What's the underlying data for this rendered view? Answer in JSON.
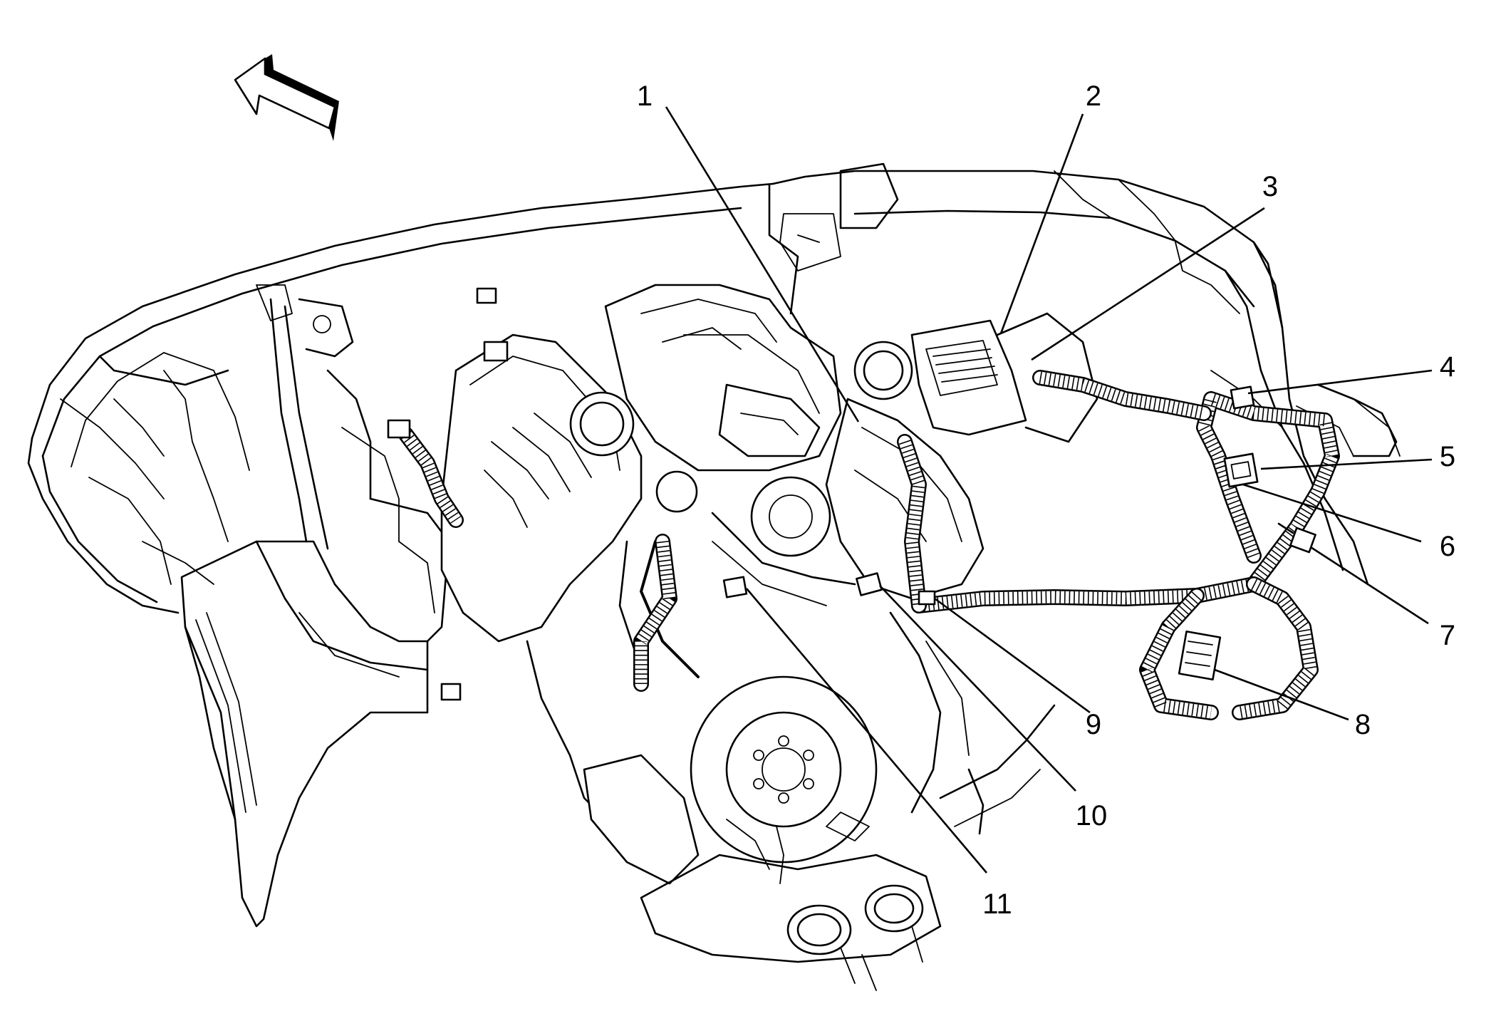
{
  "callouts": [
    {
      "id": "1",
      "label": "1"
    },
    {
      "id": "2",
      "label": "2"
    },
    {
      "id": "3",
      "label": "3"
    },
    {
      "id": "4",
      "label": "4"
    },
    {
      "id": "5",
      "label": "5"
    },
    {
      "id": "6",
      "label": "6"
    },
    {
      "id": "7",
      "label": "7"
    },
    {
      "id": "8",
      "label": "8"
    },
    {
      "id": "9",
      "label": "9"
    },
    {
      "id": "10",
      "label": "10"
    },
    {
      "id": "11",
      "label": "11"
    }
  ],
  "icons": {
    "direction_arrow": "front-direction-arrow-icon"
  },
  "colors": {
    "line": "#000000",
    "background": "#ffffff"
  }
}
